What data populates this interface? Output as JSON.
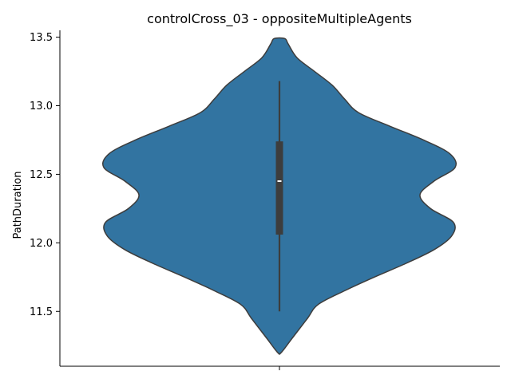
{
  "chart_data": {
    "type": "violin",
    "title": "controlCross_03 - oppositeMultipleAgents",
    "xlabel": "",
    "ylabel": "PathDuration",
    "ylim": [
      11.1,
      13.55
    ],
    "yticks": [
      11.5,
      12.0,
      12.5,
      13.0,
      13.5
    ],
    "ytick_labels": [
      "11.5",
      "12.0",
      "12.5",
      "13.0",
      "13.5"
    ],
    "grid": false,
    "legend": "none",
    "fill_color": "#3274a1",
    "edge_color": "#3d3d3d",
    "density_profile": [
      {
        "y": 11.2,
        "w": 0.01
      },
      {
        "y": 11.3,
        "w": 0.07
      },
      {
        "y": 11.45,
        "w": 0.16
      },
      {
        "y": 11.55,
        "w": 0.22
      },
      {
        "y": 11.65,
        "w": 0.37
      },
      {
        "y": 11.75,
        "w": 0.54
      },
      {
        "y": 11.85,
        "w": 0.72
      },
      {
        "y": 11.95,
        "w": 0.88
      },
      {
        "y": 12.05,
        "w": 0.98
      },
      {
        "y": 12.15,
        "w": 0.99
      },
      {
        "y": 12.25,
        "w": 0.86
      },
      {
        "y": 12.35,
        "w": 0.8
      },
      {
        "y": 12.45,
        "w": 0.88
      },
      {
        "y": 12.55,
        "w": 1.0
      },
      {
        "y": 12.65,
        "w": 0.97
      },
      {
        "y": 12.75,
        "w": 0.82
      },
      {
        "y": 12.85,
        "w": 0.63
      },
      {
        "y": 12.95,
        "w": 0.45
      },
      {
        "y": 13.05,
        "w": 0.37
      },
      {
        "y": 13.15,
        "w": 0.3
      },
      {
        "y": 13.25,
        "w": 0.2
      },
      {
        "y": 13.35,
        "w": 0.1
      },
      {
        "y": 13.45,
        "w": 0.05
      },
      {
        "y": 13.49,
        "w": 0.03
      }
    ],
    "box": {
      "q1": 12.06,
      "median": 12.45,
      "q3": 12.74,
      "whisker_low": 11.5,
      "whisker_high": 13.18
    }
  }
}
